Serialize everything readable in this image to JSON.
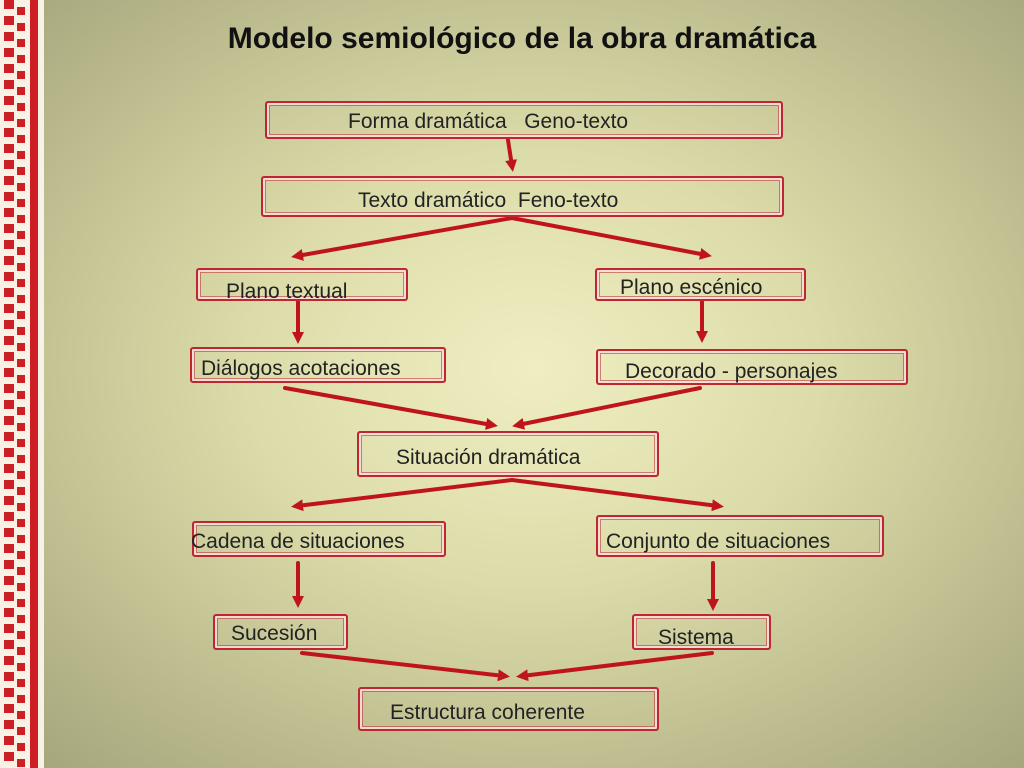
{
  "title": "Modelo semiológico de la obra dramática",
  "nodes": {
    "forma": "Forma dramática   Geno-texto",
    "texto": "Texto dramático  Feno-texto",
    "plano_textual": "Plano textual",
    "plano_escenico": "Plano escénico",
    "dialogos": "Diálogos acotaciones",
    "decorado": "Decorado - personajes",
    "situacion": "Situación dramática",
    "cadena": "Cadena de situaciones",
    "conjunto": "Conjunto de situaciones",
    "sucesion": "Sucesión",
    "sistema": "Sistema",
    "estructura": "Estructura coherente"
  },
  "colors": {
    "accent": "#c0272d",
    "arrow": "#c0141c"
  }
}
